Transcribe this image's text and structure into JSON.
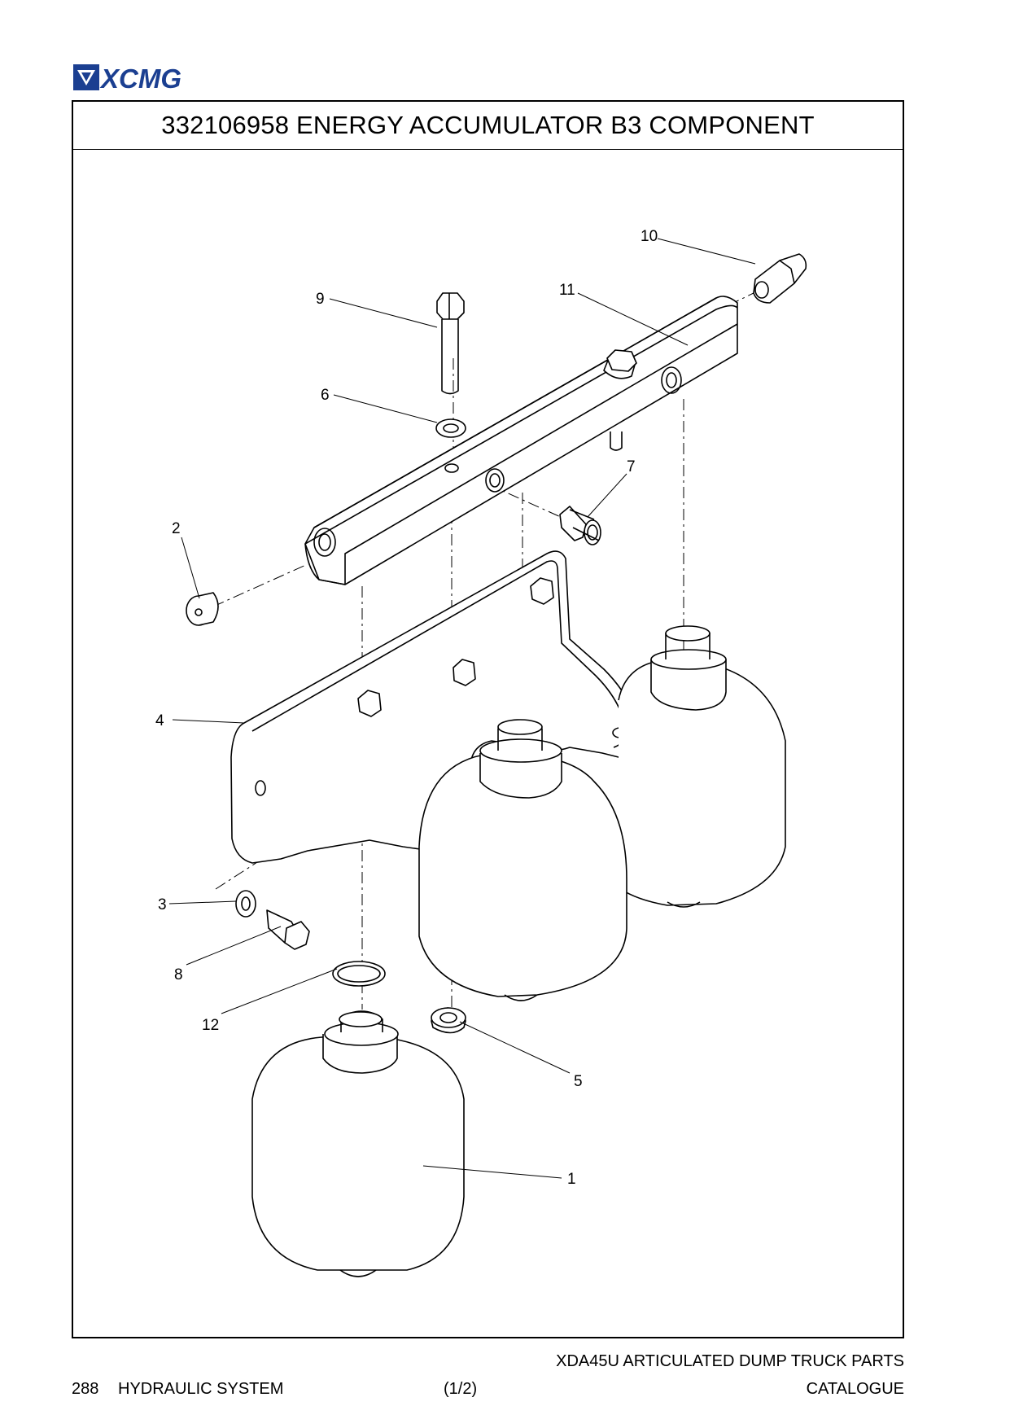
{
  "brand": {
    "name": "XCMG",
    "color": "#1b3f91"
  },
  "title": "332106958 ENERGY ACCUMULATOR B3 COMPONENT",
  "callouts": [
    {
      "id": "1",
      "label": "1"
    },
    {
      "id": "2",
      "label": "2"
    },
    {
      "id": "3",
      "label": "3"
    },
    {
      "id": "4",
      "label": "4"
    },
    {
      "id": "5",
      "label": "5"
    },
    {
      "id": "6",
      "label": "6"
    },
    {
      "id": "7",
      "label": "7"
    },
    {
      "id": "8",
      "label": "8"
    },
    {
      "id": "9",
      "label": "9"
    },
    {
      "id": "10",
      "label": "10"
    },
    {
      "id": "11",
      "label": "11"
    },
    {
      "id": "12",
      "label": "12"
    }
  ],
  "footer": {
    "page_number": "288",
    "section": "HYDRAULIC SYSTEM",
    "sheet": "(1/2)",
    "catalogue_line1": "XDA45U ARTICULATED DUMP TRUCK PARTS",
    "catalogue_line2": "CATALOGUE"
  }
}
